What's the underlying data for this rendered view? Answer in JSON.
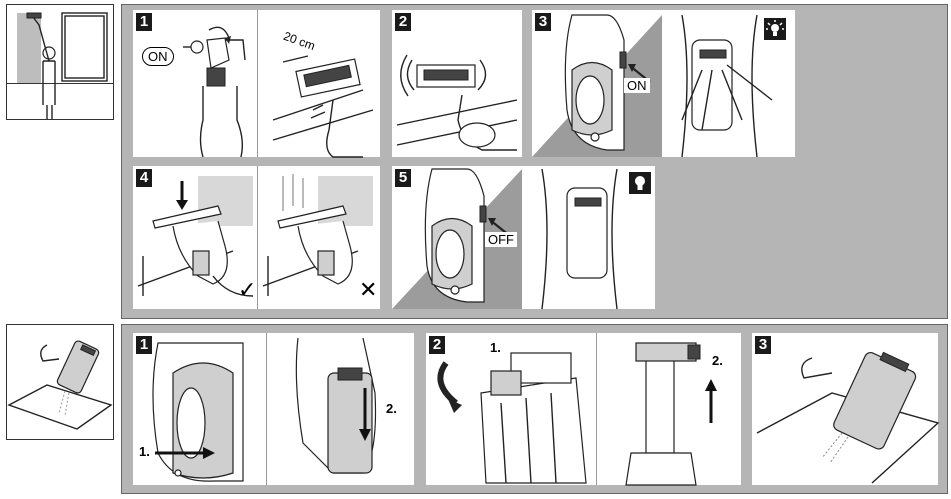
{
  "section1": {
    "steps": [
      {
        "number": "1",
        "callout": "ON",
        "distance": "20 cm"
      },
      {
        "number": "2"
      },
      {
        "number": "3",
        "callout": "ON"
      },
      {
        "number": "4",
        "correct_mark": "✓",
        "wrong_mark": "✕"
      },
      {
        "number": "5",
        "callout": "OFF"
      }
    ]
  },
  "section2": {
    "steps": [
      {
        "number": "1",
        "labels": [
          "1.",
          "2."
        ]
      },
      {
        "number": "2",
        "labels": [
          "1.",
          "2."
        ]
      },
      {
        "number": "3"
      }
    ]
  },
  "icons": {
    "light_on": "lamp-on-icon",
    "light_off": "lamp-off-icon"
  },
  "colors": {
    "panel": "#b5b5b5",
    "dark_fill": "#1a1a1a"
  }
}
